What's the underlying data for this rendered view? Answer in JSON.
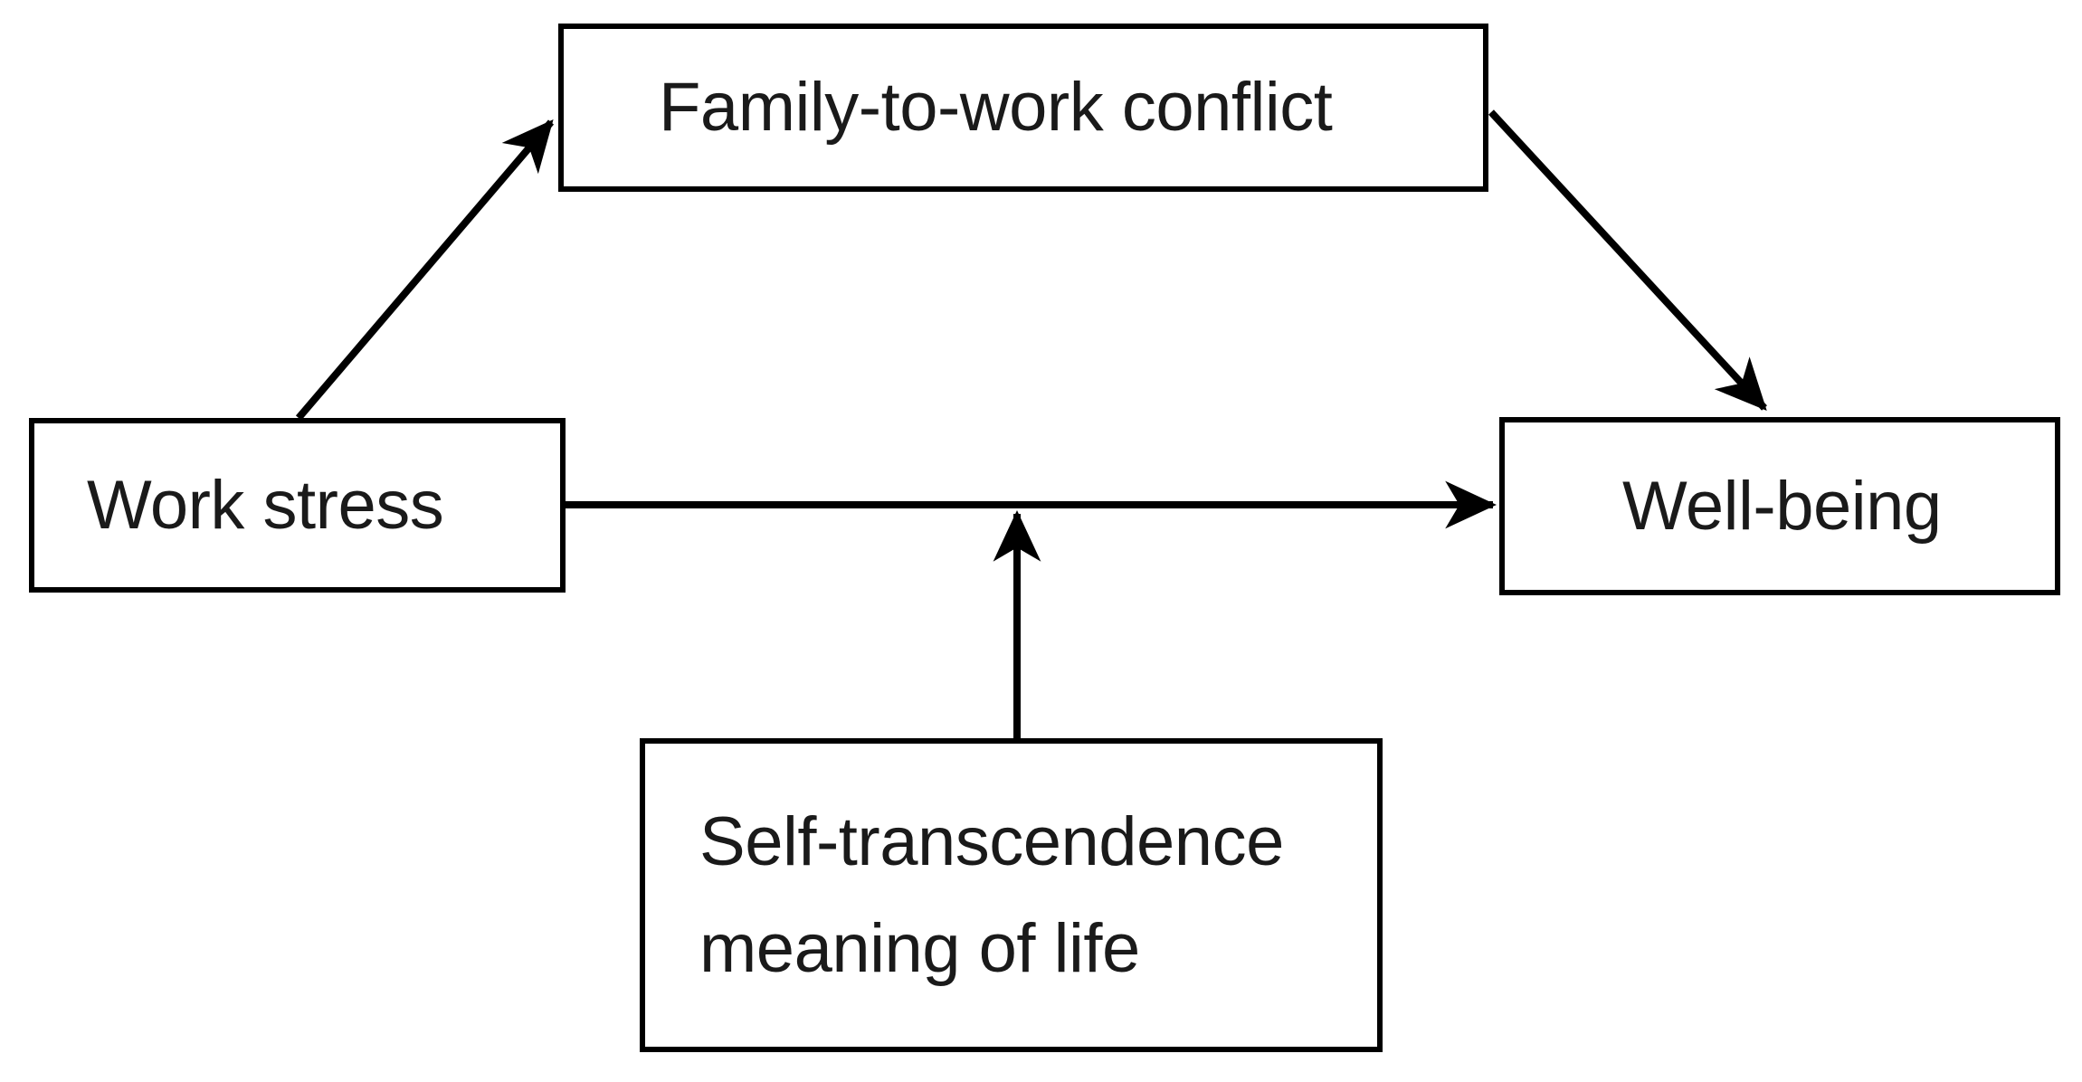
{
  "diagram": {
    "type": "conceptual-model",
    "background_color": "#ffffff",
    "line_color": "#000000",
    "text_color": "#1a1a1a",
    "nodes": [
      {
        "id": "family-to-work-conflict",
        "label": "Family-to-work conflict",
        "role": "mediator"
      },
      {
        "id": "work-stress",
        "label": "Work stress",
        "role": "predictor"
      },
      {
        "id": "well-being",
        "label": "Well-being",
        "role": "outcome"
      },
      {
        "id": "self-transcendence",
        "label": "Self-transcendence\nmeaning of life",
        "role": "moderator"
      }
    ],
    "edges": [
      {
        "id": "work-stress-to-family-conflict",
        "from": "work-stress",
        "to": "family-to-work-conflict",
        "style": "solid-arrow"
      },
      {
        "id": "family-conflict-to-well-being",
        "from": "family-to-work-conflict",
        "to": "well-being",
        "style": "solid-arrow"
      },
      {
        "id": "work-stress-to-well-being",
        "from": "work-stress",
        "to": "well-being",
        "style": "solid-arrow"
      },
      {
        "id": "self-transcendence-to-path",
        "from": "self-transcendence",
        "to": "work-stress-to-well-being",
        "style": "solid-arrow-moderation"
      }
    ]
  }
}
